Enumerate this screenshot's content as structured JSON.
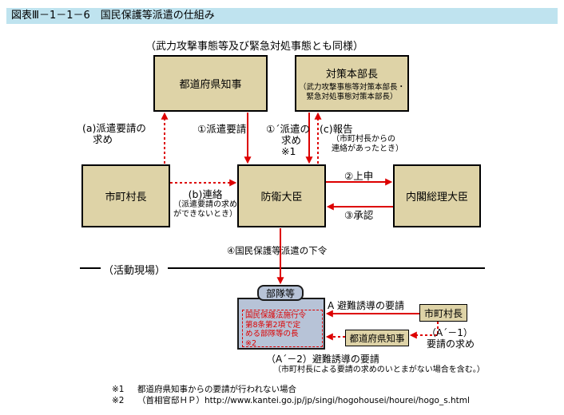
{
  "header": {
    "title": "図表Ⅲ－1－1－6　国民保護等派遣の仕組み",
    "subtitle": "（武力攻撃事態等及び緊急対処事態とも同様）"
  },
  "nodes": {
    "governor_top": {
      "label": "都道府県知事"
    },
    "hq_chief": {
      "label": "対策本部長",
      "sub1": "（武力攻撃事態等対策本部長・",
      "sub2": "緊急対処事態対策本部長）"
    },
    "mayor_mid": {
      "label": "市町村長"
    },
    "defense_minister": {
      "label": "防衛大臣"
    },
    "prime_minister": {
      "label": "内閣総理大臣"
    },
    "units_tab": {
      "label": "部隊等"
    },
    "unit_commander": {
      "line1": "国民保護法施行令",
      "line2": "第8条第2項で定",
      "line3": "める部隊等の長",
      "line4": "※2"
    },
    "governor_bottom": {
      "label": "都道府県知事"
    },
    "mayor_bottom": {
      "label": "市町村長"
    }
  },
  "arrows": {
    "a": {
      "line1": "(a)派遣要請の",
      "line2": "求め"
    },
    "r1": {
      "label": "①派遣要請"
    },
    "r1p": {
      "line1": "①´派遣の",
      "line2": "求め",
      "line3": "※1"
    },
    "c": {
      "label": "(c)報告",
      "sub1": "（市町村長からの",
      "sub2": "連絡があったとき）"
    },
    "b": {
      "label": "(b)連絡",
      "sub1": "（派遣要請の求め",
      "sub2": "ができないとき）"
    },
    "r2": {
      "label": "②上申"
    },
    "r3": {
      "label": "③承認"
    },
    "r4": {
      "label": "④国民保護等派遣の下令"
    },
    "site": {
      "label": "（活動現場）"
    },
    "ev_a": {
      "label": "A 避難誘導の要請"
    },
    "a1p": {
      "line1": "（A´－1）",
      "line2": "要請の求め"
    },
    "a2p": {
      "label": "（A´－2）避難誘導の要請",
      "sub": "（市町村長による要請の求めのいとまがない場合を含む。）"
    }
  },
  "footnotes": {
    "n1_mark": "※1",
    "n1_text": "都道府県知事からの要請が行われない場合",
    "n2_mark": "※2",
    "n2_text": "（首相官邸ＨＰ）http://www.kantei.go.jp/jp/singi/hogohousei/hourei/hogo_s.html"
  },
  "colors": {
    "accent_red": "#dd0000",
    "box_fill": "#ded3a7",
    "panel_fill": "#b7c3d7",
    "title_bg": "#bfe3ef"
  }
}
